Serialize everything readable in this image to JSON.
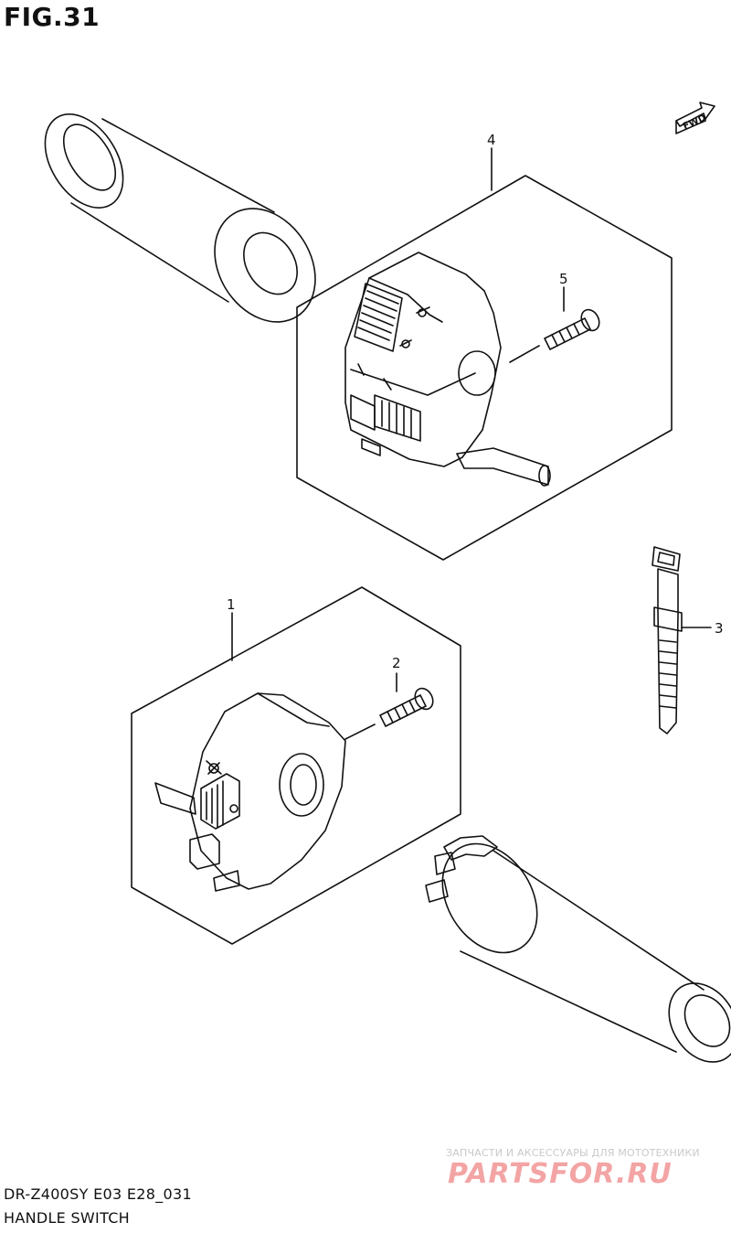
{
  "header": {
    "figure_label": "FIG.31"
  },
  "fwd_marker": {
    "label": "FWD"
  },
  "callouts": [
    {
      "id": "part-1",
      "number": "1"
    },
    {
      "id": "part-2",
      "number": "2"
    },
    {
      "id": "part-3",
      "number": "3"
    },
    {
      "id": "part-4",
      "number": "4"
    },
    {
      "id": "part-5",
      "number": "5"
    }
  ],
  "footer": {
    "model_code": "DR-Z400SY E03 E28_031",
    "caption": "HANDLE SWITCH"
  },
  "watermark": {
    "subtitle": "ЗАПЧАСТИ И АКСЕССУАРЫ ДЛЯ МОТОТЕХНИКИ",
    "logo_text": "PARTSFOR.RU",
    "logo_color": "#f3a4a4"
  }
}
